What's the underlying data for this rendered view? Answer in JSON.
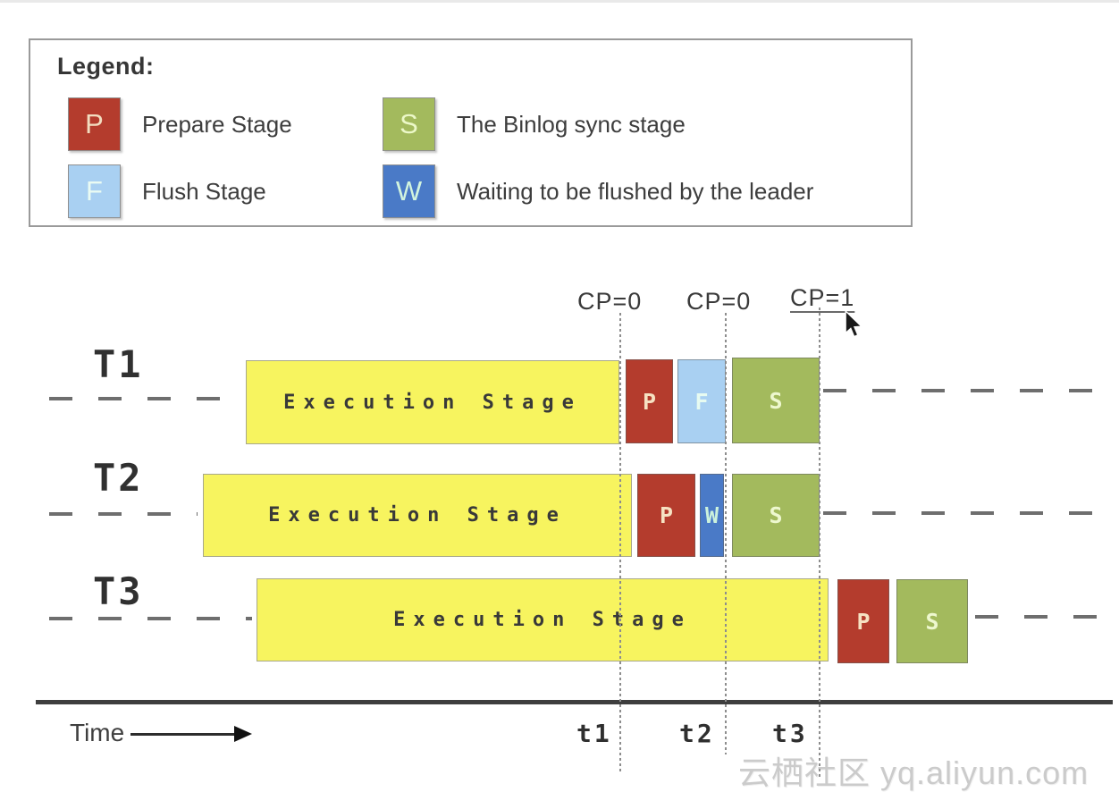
{
  "colors": {
    "prepare": "#b43c2d",
    "flush": "#a9d0f2",
    "binlog_sync": "#a3ba5d",
    "waiting": "#4a7ac7",
    "execution": "#f7f45f"
  },
  "legend": {
    "title": "Legend:",
    "items": [
      {
        "letter": "P",
        "label": "Prepare Stage"
      },
      {
        "letter": "F",
        "label": "Flush Stage"
      },
      {
        "letter": "S",
        "label": "The Binlog sync stage"
      },
      {
        "letter": "W",
        "label": "Waiting to be flushed by the leader"
      }
    ]
  },
  "checkpoints": [
    {
      "label": "CP=0"
    },
    {
      "label": "CP=0"
    },
    {
      "label": "CP=1"
    }
  ],
  "rows": [
    {
      "label": "T1",
      "exec": "Execution Stage",
      "s1": "P",
      "s2": "F",
      "s3": "S"
    },
    {
      "label": "T2",
      "exec": "Execution Stage",
      "s1": "P",
      "s2": "W",
      "s3": "S"
    },
    {
      "label": "T3",
      "exec": "Execution Stage",
      "s1": "P",
      "s3": "S"
    }
  ],
  "time": {
    "label": "Time",
    "ticks": [
      {
        "label": "t1"
      },
      {
        "label": "t2"
      },
      {
        "label": "t3"
      }
    ]
  },
  "watermark": "云栖社区 yq.aliyun.com"
}
